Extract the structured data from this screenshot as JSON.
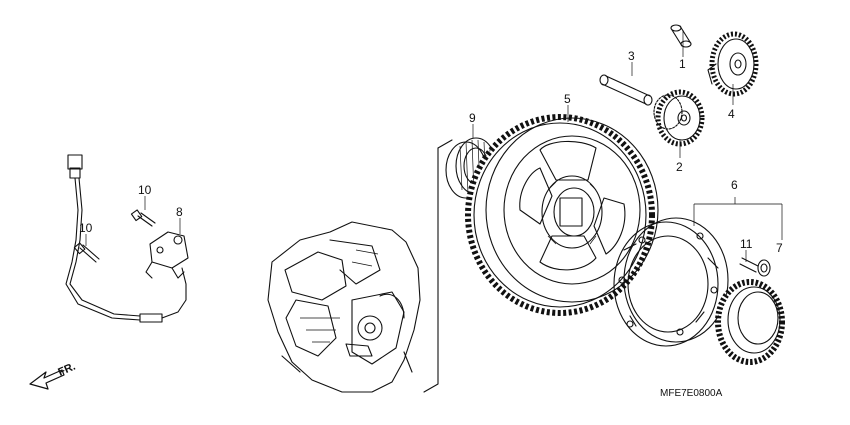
{
  "diagram": {
    "labels": {
      "l1": "1",
      "l2": "2",
      "l3": "3",
      "l4": "4",
      "l5": "5",
      "l6": "6",
      "l7": "7",
      "l8": "8",
      "l9": "9",
      "l10a": "10",
      "l10b": "10",
      "l11": "11"
    },
    "direction": "FR.",
    "code": "MFE7E0800A"
  }
}
